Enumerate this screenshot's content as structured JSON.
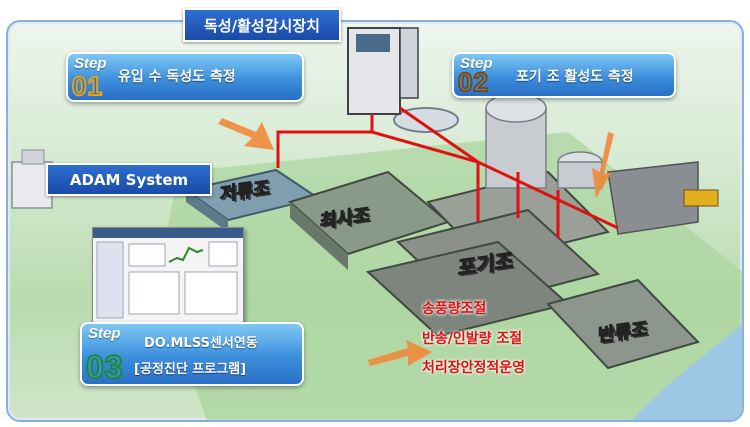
{
  "device_title": "독성/활성감시장치",
  "adam_title": "ADAM System",
  "steps": [
    {
      "word": "Step",
      "num": "01",
      "lines": [
        "유입 수 독성도 측정"
      ]
    },
    {
      "word": "Step",
      "num": "02",
      "lines": [
        "포기 조 활성도 측정"
      ]
    },
    {
      "word": "Step",
      "num": "03",
      "lines": [
        "DO.MLSS센서연동",
        "[공정진단 프로그램]"
      ]
    }
  ],
  "tanks": {
    "storage": "저류조",
    "first_settling": "최사조",
    "aeration": "포기조",
    "final_settling": "반류조"
  },
  "operations": [
    "송풍량조절",
    "반송/인발량 조절",
    "처리장안정적운영"
  ],
  "colors": {
    "title_blue": "#1a4aa8",
    "step_blue": "#3c8fdc",
    "signal_red": "#e01010",
    "arrow_orange": "#f08a3a"
  }
}
